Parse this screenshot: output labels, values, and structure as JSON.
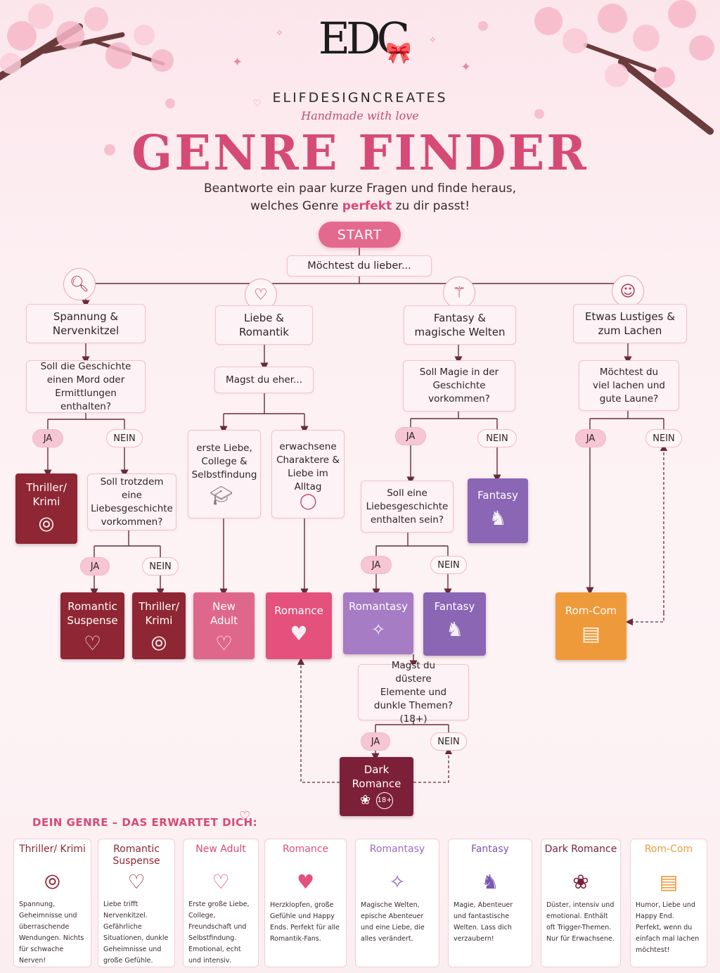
{
  "header": {
    "logo_monogram": "EDC",
    "brand": "ELIFDESIGNCREATES",
    "tagline": "Handmade with love",
    "title": "GENRE FINDER",
    "subtitle_line1": "Beantworte ein paar kurze Fragen und finde heraus,",
    "subtitle_line2_pre": "welches Genre ",
    "subtitle_line2_highlight": "perfekt",
    "subtitle_line2_post": " zu dir passt!"
  },
  "colors": {
    "accent_pink": "#d64a76",
    "thriller": "#8f2633",
    "new_adult": "#e0678c",
    "romance": "#e3517c",
    "romantasy": "#a67cc4",
    "fantasy": "#8a66b5",
    "romcom": "#ef9a3a",
    "dark_romance": "#7c1f38"
  },
  "flow": {
    "start": "START",
    "question_root": "Möchtest du lieber...",
    "categories": [
      {
        "label": "Spannung & Nervenkitzel",
        "icon": "magnifier-icon"
      },
      {
        "label": "Liebe & Romantik",
        "icon": "heart-icon"
      },
      {
        "label": "Fantasy & magische Welten",
        "icon": "magic-wand-icon"
      },
      {
        "label": "Etwas Lustiges & zum Lachen",
        "icon": "smiley-icon"
      }
    ],
    "questions": {
      "spannung_q1": "Soll die Geschichte einen Mord oder Ermittlungen enthalten?",
      "spannung_q2": "Soll trotzdem eine Liebesgeschichte vorkommen?",
      "liebe_q1": "Magst du eher...",
      "liebe_opt1": "erste Liebe, College & Selbstfindung",
      "liebe_opt2": "erwachsene Charaktere & Liebe im Alltag",
      "fantasy_q1": "Soll Magie in der Geschichte vorkommen?",
      "fantasy_q2": "Soll eine Liebesgeschichte enthalten sein?",
      "lustig_q1": "Möchtest du viel lachen und gute Laune?",
      "dark_q": "Magst du düstere Elemente und dunkle Themen? (18+)"
    },
    "yes": "JA",
    "no": "NEIN",
    "results": {
      "thriller_krimi": "Thriller/ Krimi",
      "romantic_suspense": "Romantic Suspense",
      "new_adult": "New Adult",
      "romance": "Romance",
      "romantasy": "Romantasy",
      "fantasy": "Fantasy",
      "romcom": "Rom-Com",
      "dark_romance": "Dark Romance",
      "age_badge": "18+"
    }
  },
  "genres_section": {
    "title": "DEIN GENRE – DAS ERWARTET DICH:",
    "cards": [
      {
        "title": "Thriller/ Krimi",
        "icon": "fingerprint-icon",
        "color": "#8f2633",
        "desc": "Spannung, Geheimnisse und überraschende Wendungen. Nichts für schwache Nerven!"
      },
      {
        "title": "Romantic Suspense",
        "icon": "heartbeat-icon",
        "color": "#8f2633",
        "desc": "Liebe trifft Nervenkitzel. Gefährliche Situationen, dunkle Geheimnisse und große Gefühle."
      },
      {
        "title": "New Adult",
        "icon": "heart-outline-icon",
        "color": "#d64a76",
        "desc": "Erste große Liebe, College, Freundschaft und Selbstfindung. Emotional, echt und intensiv."
      },
      {
        "title": "Romance",
        "icon": "heart-icon",
        "color": "#e3517c",
        "desc": "Herzklopfen, große Gefühle und Happy Ends. Perfekt für alle Romantik-Fans."
      },
      {
        "title": "Romantasy",
        "icon": "open-book-icon",
        "color": "#9b6cc0",
        "desc": "Magische Welten, epische Abenteuer und eine Liebe, die alles verändert."
      },
      {
        "title": "Fantasy",
        "icon": "unicorn-icon",
        "color": "#7d58b0",
        "desc": "Magie, Abenteuer und fantastische Welten. Lass dich verzaubern!"
      },
      {
        "title": "Dark Romance",
        "icon": "rose-icon",
        "color": "#7c1f38",
        "desc": "Düster, intensiv und emotional. Enthält oft Trigger-Themen. Nur für Erwachsene."
      },
      {
        "title": "Rom-Com",
        "icon": "popcorn-icon",
        "color": "#ef9a3a",
        "desc": "Humor, Liebe und Happy End. Perfekt, wenn du einfach mal lachen möchtest!"
      }
    ]
  }
}
